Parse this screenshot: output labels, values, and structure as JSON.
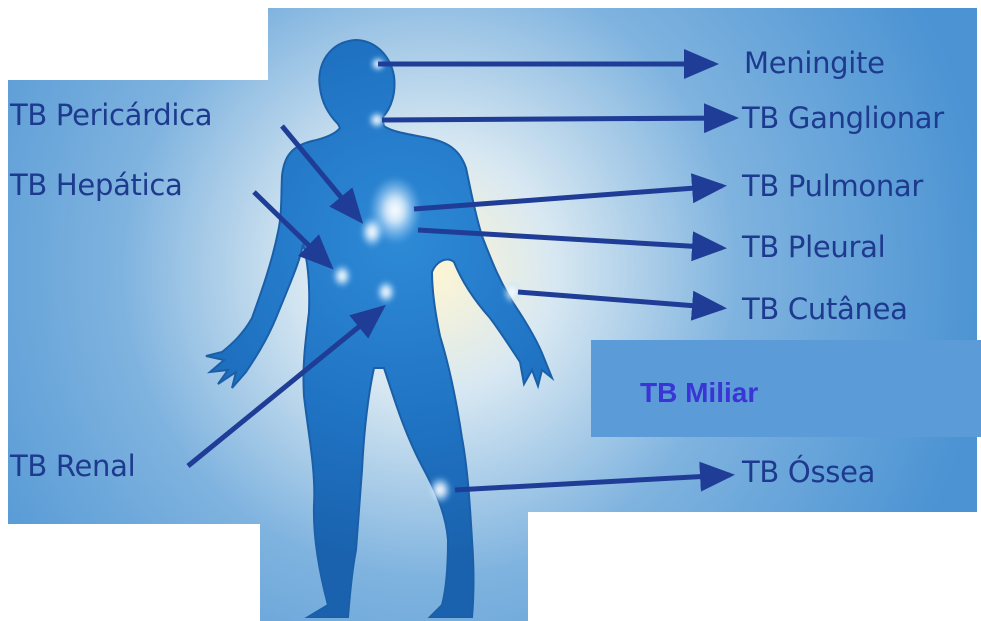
{
  "diagram": {
    "labels": {
      "meningite": "Meningite",
      "ganglionar": "TB Ganglionar",
      "pulmonar": "TB Pulmonar",
      "pleural": "TB Pleural",
      "cutanea": "TB Cutânea",
      "miliar": "TB Miliar",
      "ossea": "TB Óssea",
      "pericardica": "TB Pericárdica",
      "hepatica": "TB Hepática",
      "renal": "TB Renal"
    },
    "colors": {
      "arrow": "#1f3d96",
      "label_text": "#1e3a8e",
      "miliar_text": "#3b35d6",
      "miliar_box": "#5b9bd8",
      "body": "#1f72c2",
      "panel_edge": "#4f97d5",
      "panel_center": "#fff6d2",
      "highlight": "#ffffff"
    }
  }
}
